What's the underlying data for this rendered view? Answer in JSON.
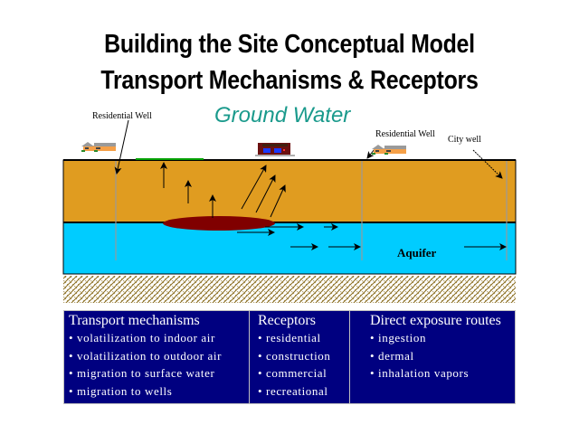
{
  "title": {
    "line1": "Building the Site Conceptual Model",
    "line2": "Transport Mechanisms & Receptors",
    "subtitle": "Ground Water"
  },
  "diagram": {
    "labels": {
      "residential_well_left": "Residential Well",
      "residential_well_right": "Residential Well",
      "city_well": "City well",
      "aquifer": "Aquifer"
    },
    "icons": [
      "house-icon",
      "commercial-building-icon",
      "house-icon"
    ],
    "colors": {
      "soil": "#e09c20",
      "aquifer": "#00ccff",
      "plume": "#800000",
      "surface_water": "#00a000",
      "table_bg": "#000080"
    }
  },
  "table": {
    "columns": [
      {
        "header": "Transport mechanisms",
        "items": [
          "volatilization to indoor air",
          "volatilization to outdoor air",
          "migration to surface water",
          "migration to wells"
        ]
      },
      {
        "header": "Receptors",
        "items": [
          "residential",
          "construction",
          "commercial",
          "recreational"
        ]
      },
      {
        "header": "Direct exposure routes",
        "items": [
          "ingestion",
          "dermal",
          "inhalation vapors"
        ]
      }
    ]
  }
}
